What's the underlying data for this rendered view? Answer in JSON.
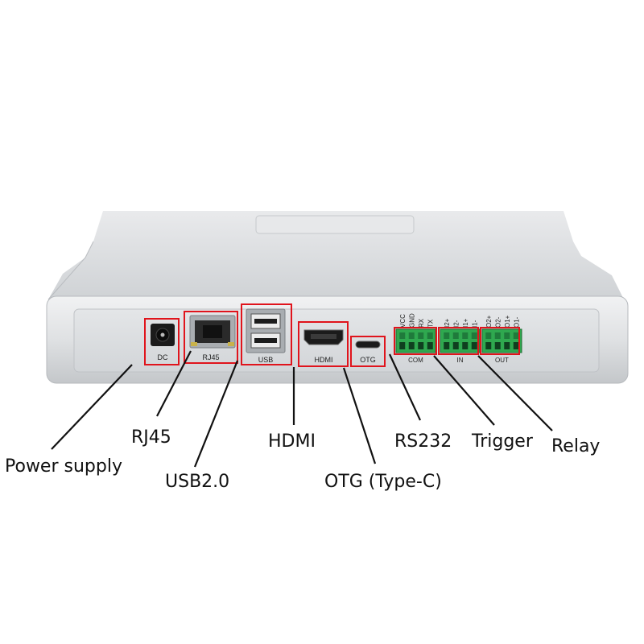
{
  "ports": {
    "dc": "DC",
    "rj45": "RJ45",
    "usb": "USB",
    "hdmi": "HDMI",
    "otg": "OTG",
    "com": "COM",
    "in": "IN",
    "out": "OUT"
  },
  "terminals": {
    "com": [
      "VCC",
      "GND",
      "RX",
      "TX"
    ],
    "in": [
      "I2+",
      "I2-",
      "I1+",
      "I1-"
    ],
    "out": [
      "O2+",
      "O2-",
      "O1+",
      "O1-"
    ]
  },
  "callouts": {
    "power_supply": "Power supply",
    "rj45": "RJ45",
    "usb": "USB2.0",
    "hdmi": "HDMI",
    "otg": "OTG (Type-C)",
    "rs232": "RS232",
    "trigger": "Trigger",
    "relay": "Relay"
  },
  "colors": {
    "highlight": "#e0141c",
    "terminal_green": "#2fa84f",
    "chassis": "#d6d8db"
  }
}
